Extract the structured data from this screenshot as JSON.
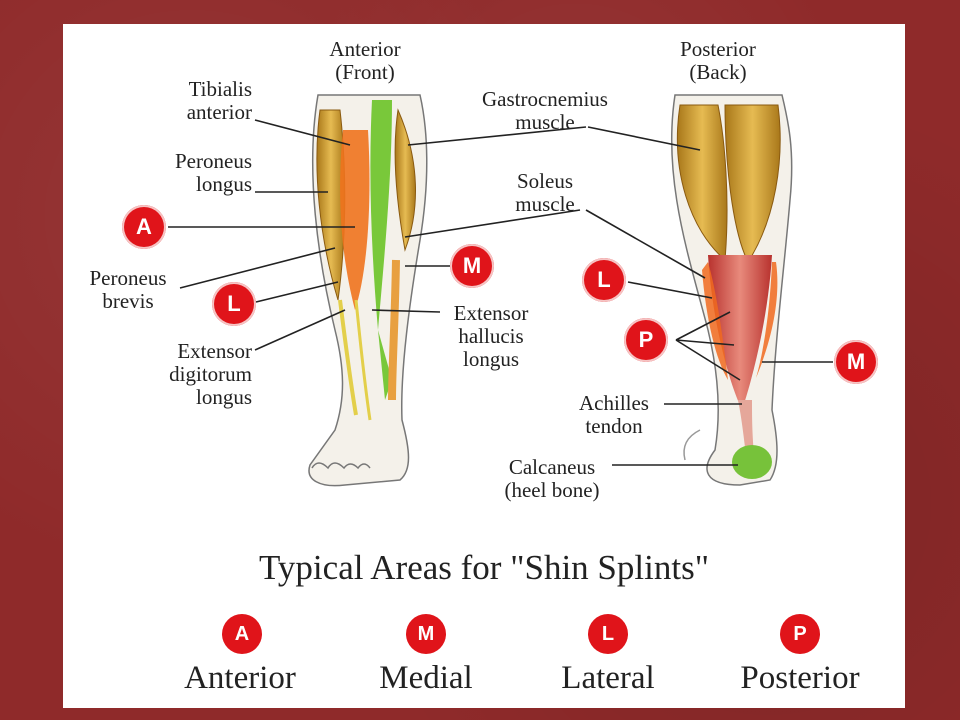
{
  "views": {
    "anterior": {
      "title": "Anterior",
      "subtitle": "(Front)"
    },
    "posterior": {
      "title": "Posterior",
      "subtitle": "(Back)"
    }
  },
  "labels": {
    "tibialis_anterior": [
      "Tibialis",
      "anterior"
    ],
    "peroneus_longus": [
      "Peroneus",
      "longus"
    ],
    "peroneus_brevis": [
      "Peroneus",
      "brevis"
    ],
    "extensor_digitorum_longus": [
      "Extensor",
      "digitorum",
      "longus"
    ],
    "gastrocnemius": [
      "Gastrocnemius",
      "muscle"
    ],
    "soleus": [
      "Soleus",
      "muscle"
    ],
    "extensor_hallucis_longus": [
      "Extensor",
      "hallucis",
      "longus"
    ],
    "achilles": [
      "Achilles",
      "tendon"
    ],
    "calcaneus": [
      "Calcaneus",
      "(heel bone)"
    ]
  },
  "badges": {
    "anterior": "A",
    "medial": "M",
    "lateral": "L",
    "posterior": "P"
  },
  "title": "Typical Areas for \"Shin Splints\"",
  "legend": [
    {
      "letter": "A",
      "label": "Anterior"
    },
    {
      "letter": "M",
      "label": "Medial"
    },
    {
      "letter": "L",
      "label": "Lateral"
    },
    {
      "letter": "P",
      "label": "Posterior"
    }
  ],
  "colors": {
    "background": "#8f2a2a",
    "badge": "#e0141a",
    "muscle_gold": "#c99a2e",
    "muscle_red": "#d9524a",
    "tendon_green": "#7ccb3c",
    "highlight_orange": "#f06a1e"
  }
}
